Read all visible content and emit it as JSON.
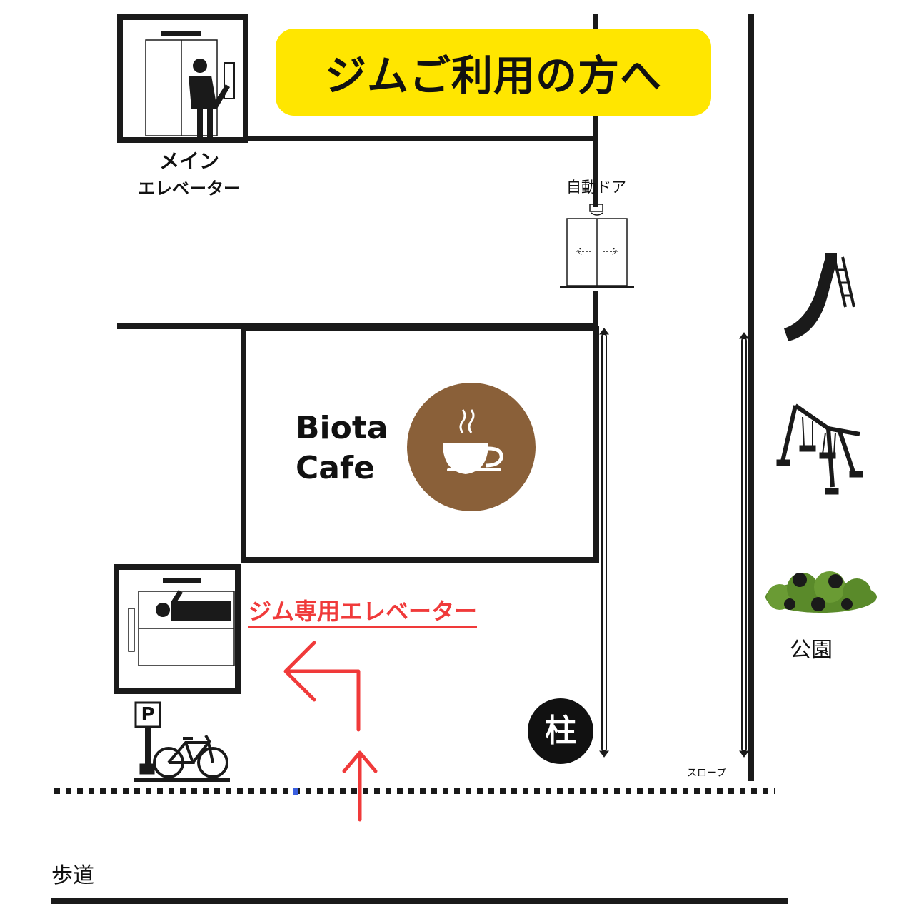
{
  "title": "ジムご利用の方へ",
  "main_elevator": {
    "label_line1": "メイン",
    "label_line2": "エレベーター",
    "icon": "elevator-person-icon"
  },
  "auto_door": {
    "label": "自動ドア",
    "icon": "automatic-door-icon"
  },
  "cafe": {
    "name_line1": "Biota",
    "name_line2": "Cafe",
    "icon": "coffee-cup-icon",
    "icon_color": "#8a6039"
  },
  "gym_elevator": {
    "label": "ジム専用エレベーター",
    "icon": "elevator-person-icon",
    "color": "#f03a3a"
  },
  "pillar": {
    "label": "柱"
  },
  "park": {
    "label": "公園",
    "icons": [
      "slide-icon",
      "swing-icon",
      "bushes-icon"
    ]
  },
  "slope": {
    "label": "スロープ"
  },
  "sidewalk": {
    "label": "歩道"
  },
  "parking": {
    "label": "P",
    "icons": [
      "parking-sign-icon",
      "bicycle-icon"
    ]
  },
  "route": {
    "color": "#f03a3a",
    "icon": "route-arrow-icon"
  },
  "colors": {
    "banner": "#ffe600",
    "wall": "#1a1a1a",
    "route": "#f03a3a",
    "cafe_brown": "#8a6039",
    "bush_green": "#5a8a2a"
  }
}
